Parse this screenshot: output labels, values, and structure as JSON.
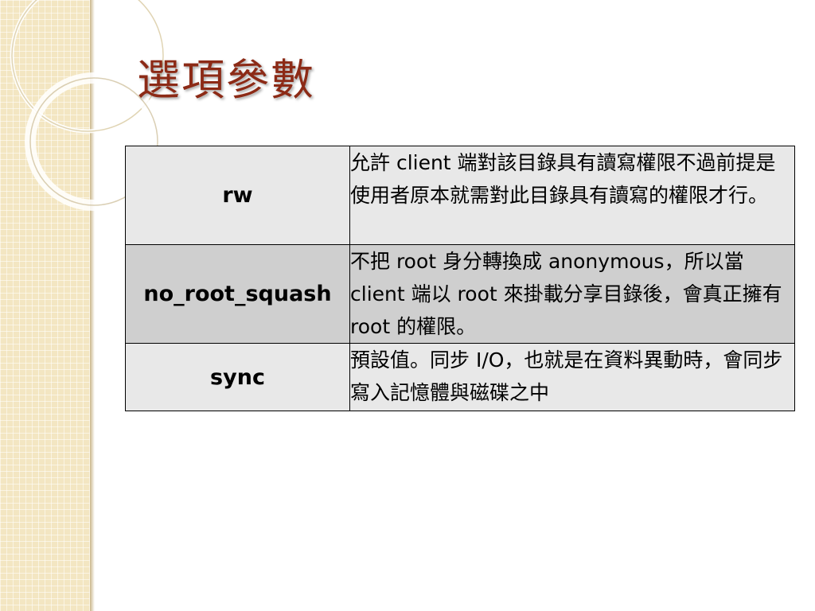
{
  "slide": {
    "title": "選項參數"
  },
  "options_table": {
    "rows": [
      {
        "name": "rw",
        "description": "允許 client 端對該目錄具有讀寫權限不過前提是使用者原本就需對此目錄具有讀寫的權限才行。"
      },
      {
        "name": "no_root_squash",
        "description": "不把 root 身分轉換成 anonymous，所以當 client 端以 root 來掛載分享目錄後，會真正擁有 root 的權限。"
      },
      {
        "name": "sync",
        "description": "預設值。同步 I/O，也就是在資料異動時，會同步寫入記憶體與磁碟之中"
      }
    ]
  },
  "colors": {
    "title": "#8c2a16",
    "row_light": "#e8e8e8",
    "row_dark": "#cfcfcf",
    "side_strip": "#f3e6c2"
  }
}
